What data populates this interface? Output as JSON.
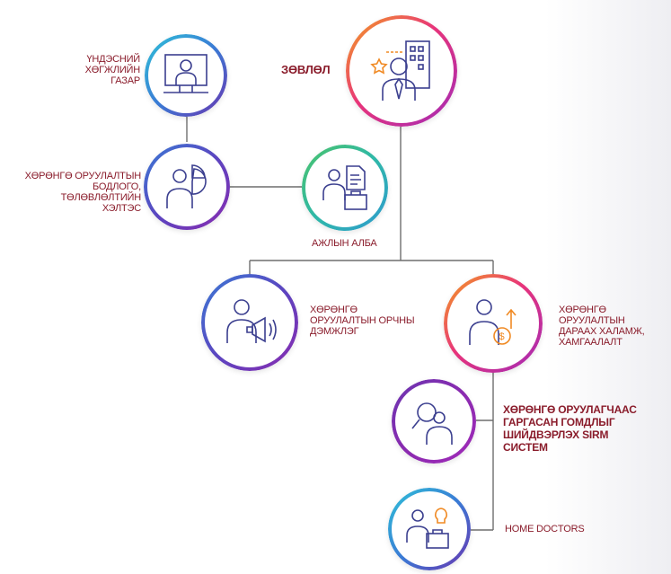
{
  "nodes": {
    "council": {
      "label": "ЗӨВЛӨЛ"
    },
    "ndc": {
      "label_lines": [
        "ҮНДЭСНИЙ",
        "ХӨГЖЛИЙН",
        "ГАЗАР"
      ]
    },
    "policy": {
      "label_lines": [
        "ХӨРӨНГӨ ОРУУЛАЛТЫН",
        "БОДЛОГО, ТӨЛӨВЛӨЛТИЙН",
        "ХЭЛТЭС"
      ]
    },
    "office": {
      "label": "АЖЛЫН АЛБА"
    },
    "environment": {
      "label_lines": [
        "ХӨРӨНГӨ",
        "ОРУУЛАЛТЫН ОРЧНЫ",
        "ДЭМЖЛЭГ"
      ]
    },
    "aftercare": {
      "label_lines": [
        "ХӨРӨНГӨ ОРУУЛАЛТЫН",
        "ДАРААХ ХАЛАМЖ,",
        "ХАМГААЛАЛТ"
      ]
    },
    "sirm": {
      "label_lines": [
        "ХӨРӨНГӨ ОРУУЛАГЧААС",
        "ГАРГАСАН ГОМДЛЫГ",
        "ШИЙДВЭРЛЭХ SIRM",
        "СИСТЕМ"
      ]
    },
    "home_doctors": {
      "label": "HOME DOCTORS"
    }
  },
  "colors": {
    "label_text": "#8a1c2b",
    "connector": "#6e6e6e",
    "icon_stroke": "#3b3f8f",
    "icon_accent_orange": "#f08a24",
    "icon_accent_blue": "#3a7bd5"
  }
}
